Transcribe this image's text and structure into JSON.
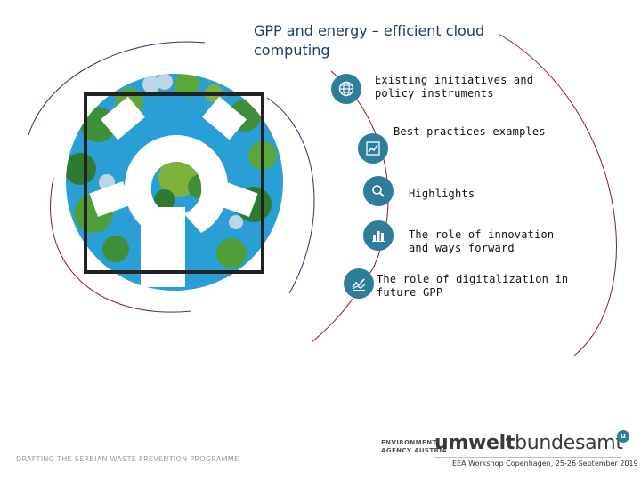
{
  "slide": {
    "title": "GPP and energy – efficient cloud computing"
  },
  "agenda": {
    "items": [
      {
        "label": "Existing initiatives and policy instruments",
        "icon": "globe-icon"
      },
      {
        "label": "Best practices examples",
        "icon": "chart-trend-icon"
      },
      {
        "label": "Highlights",
        "icon": "magnifier-icon"
      },
      {
        "label": "The role of innovation and ways forward",
        "icon": "bar-chart-icon"
      },
      {
        "label": "The role of digitalization in future GPP",
        "icon": "line-chart-icon"
      }
    ]
  },
  "footer": {
    "programme": "DRAFTING THE SERBIAN WASTE PREVENTION PROGRAMME",
    "agency_line1": "ENVIRONMENT",
    "agency_line2": "AGENCY AUSTRIA",
    "brand_bold": "umwelt",
    "brand_light": "bundesamt",
    "brand_mark": "u",
    "event": "EEA Workshop Copenhagen, 25-26 September 2019"
  },
  "colors": {
    "accent": "#2e7d9a",
    "title": "#1f3a68",
    "arc_red": "#8b1a2e",
    "arc_blue": "#1f3a68",
    "logo_blue": "#2a9fd6",
    "logo_green": "#3e8e3a"
  }
}
